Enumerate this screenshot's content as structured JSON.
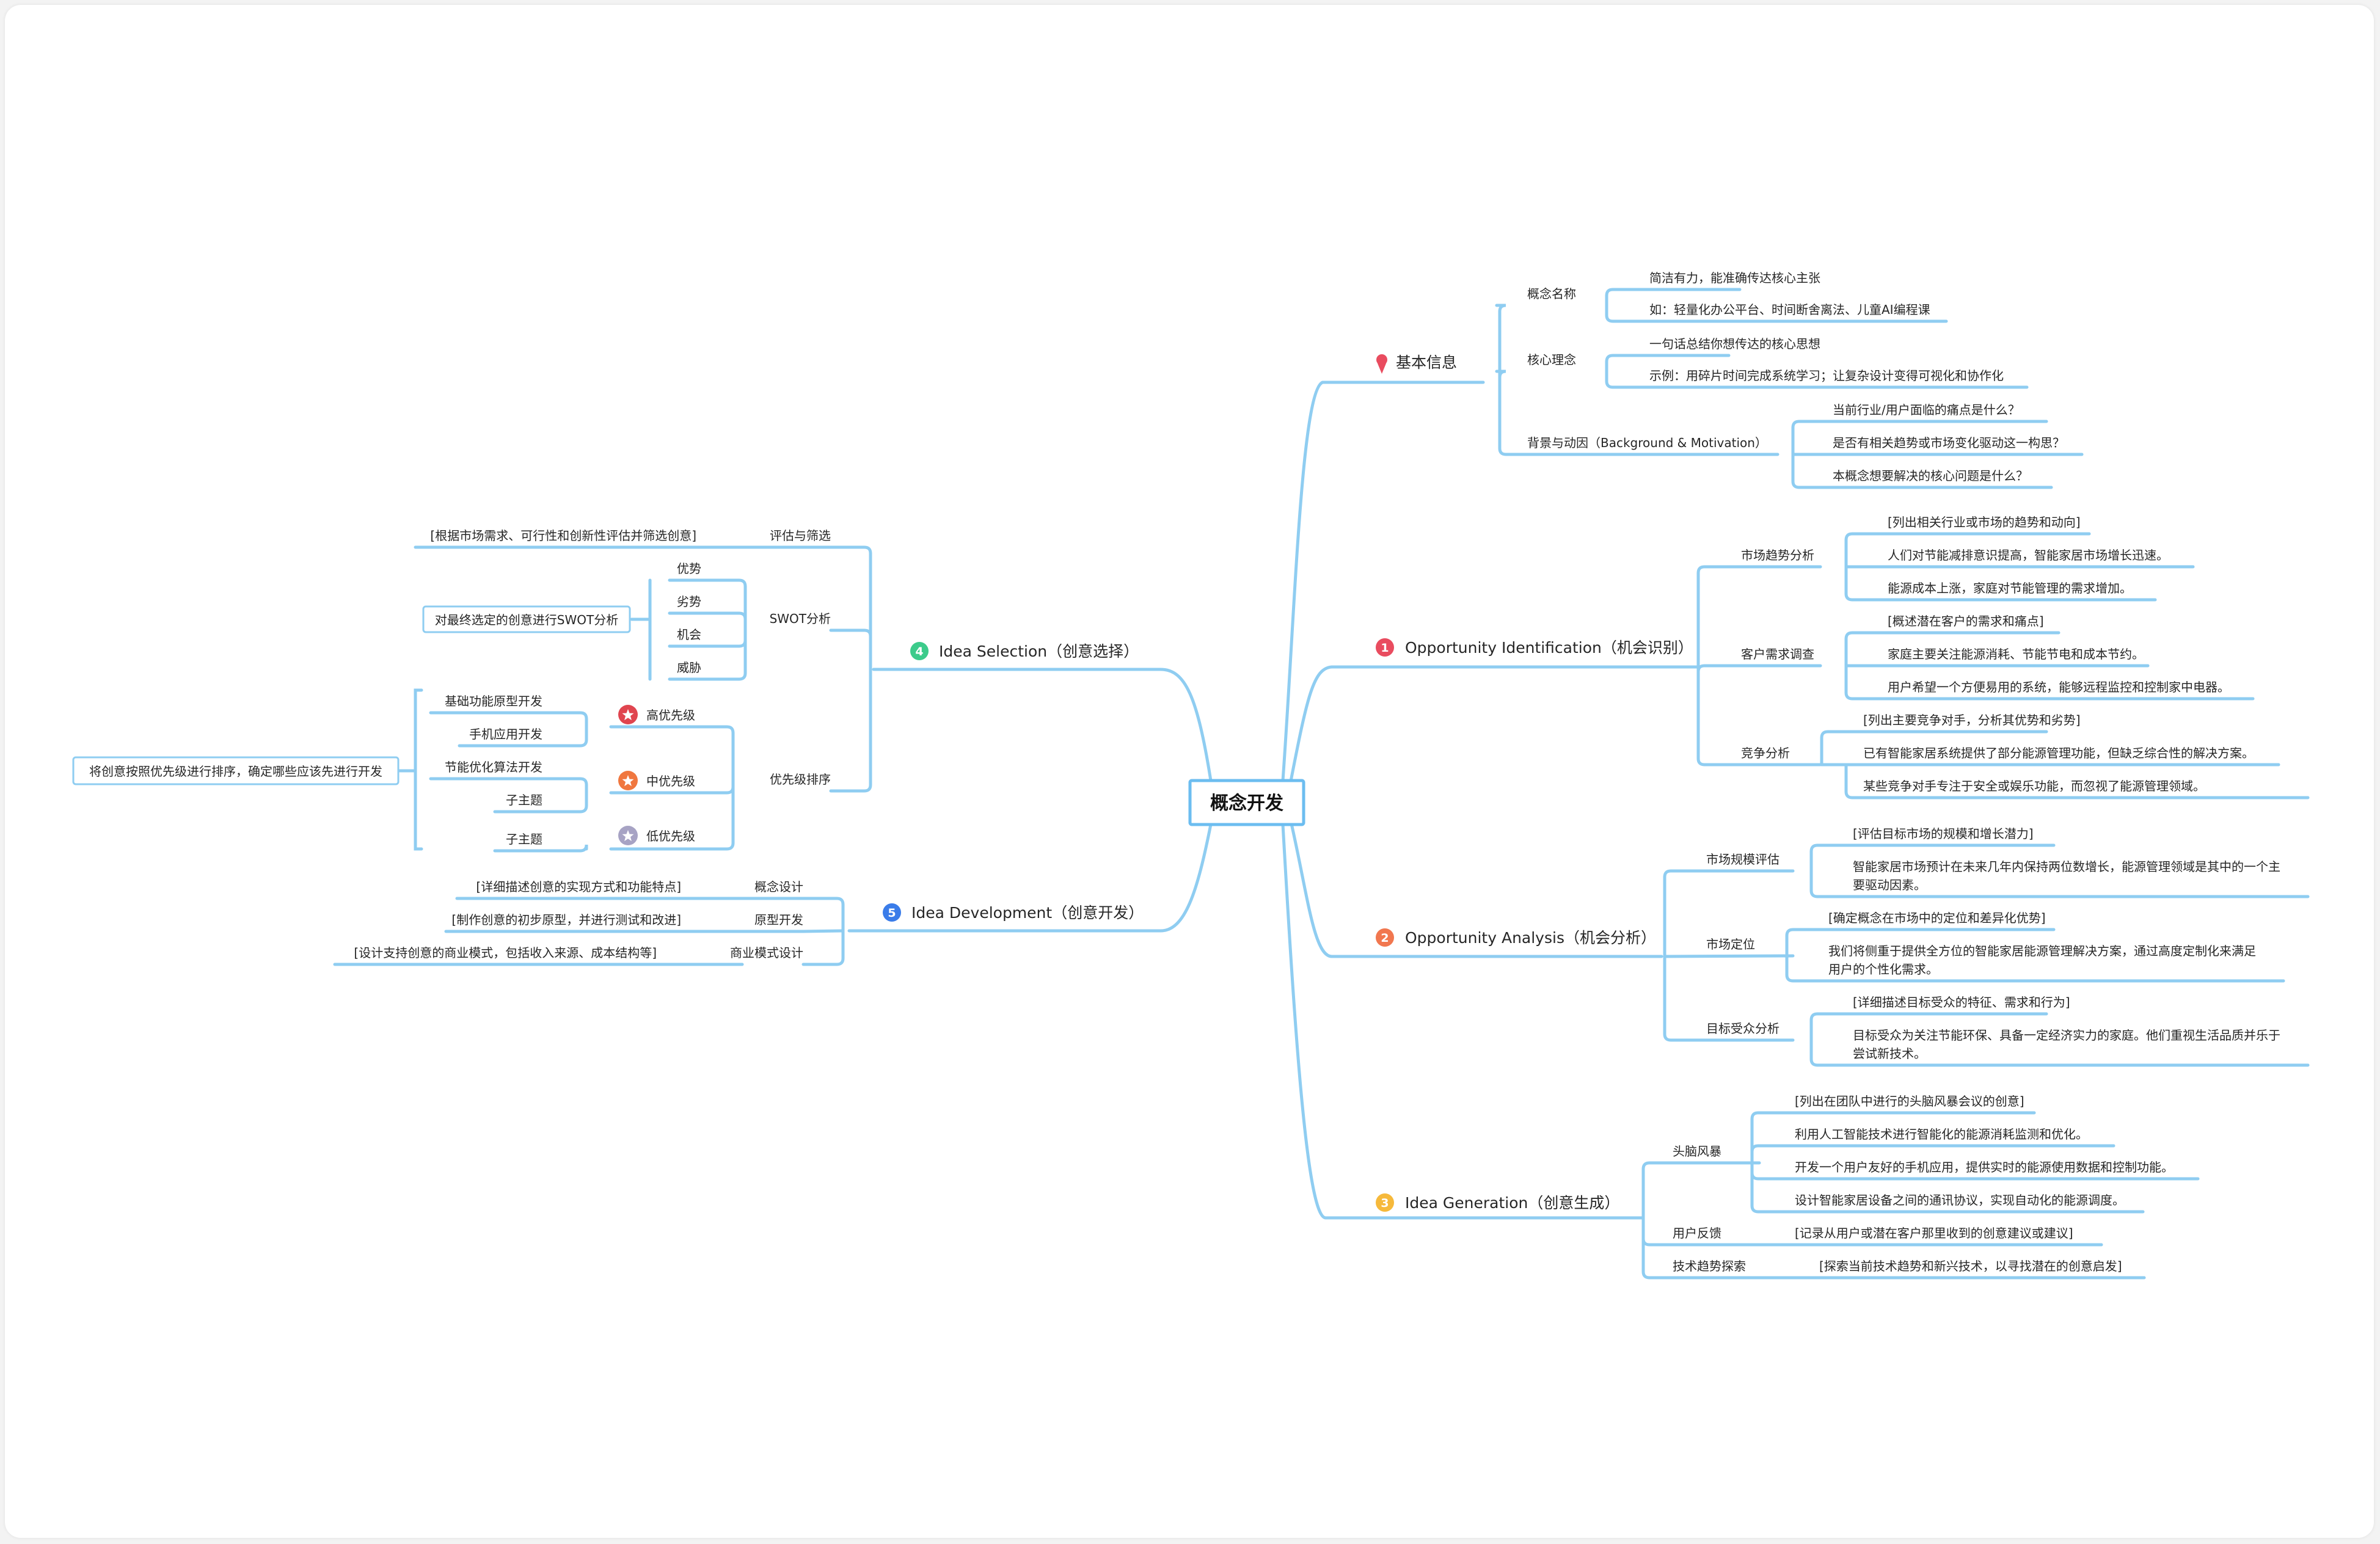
{
  "colors": {
    "line": "#8fcdf1",
    "root_border": "#6cbdf0",
    "badge_red": "#e94c5f",
    "badge_orange": "#f1774f",
    "badge_yellow": "#f6b93b",
    "badge_green": "#3ccb8b",
    "badge_blue": "#3a7ce9",
    "star_red": "#e0454f",
    "star_orange": "#f0773f",
    "star_gray": "#a7a3c4"
  },
  "root": {
    "label": "概念开发"
  },
  "basic": {
    "icon": "pin-icon",
    "label": "基本信息",
    "name_title": "概念名称",
    "name_items": [
      "简洁有力，能准确传达核心主张",
      "如：轻量化办公平台、时间断舍离法、儿童AI编程课"
    ],
    "idea_title": "核心理念",
    "idea_items": [
      "一句话总结你想传达的核心思想",
      "示例：用碎片时间完成系统学习；让复杂设计变得可视化和协作化"
    ],
    "bg_title": "背景与动因（Background & Motivation）",
    "bg_items": [
      "当前行业/用户面临的痛点是什么？",
      "是否有相关趋势或市场变化驱动这一构思？",
      "本概念想要解决的核心问题是什么？"
    ]
  },
  "opp_id": {
    "badge": "1",
    "label": "Opportunity Identification（机会识别）",
    "trend_title": "市场趋势分析",
    "trend_items": [
      "[列出相关行业或市场的趋势和动向]",
      "人们对节能减排意识提高，智能家居市场增长迅速。",
      "能源成本上涨，家庭对节能管理的需求增加。"
    ],
    "needs_title": "客户需求调查",
    "needs_items": [
      "[概述潜在客户的需求和痛点]",
      "家庭主要关注能源消耗、节能节电和成本节约。",
      "用户希望一个方便易用的系统，能够远程监控和控制家中电器。"
    ],
    "comp_title": "竞争分析",
    "comp_items": [
      "[列出主要竞争对手，分析其优势和劣势]",
      "已有智能家居系统提供了部分能源管理功能，但缺乏综合性的解决方案。",
      "某些竞争对手专注于安全或娱乐功能，而忽视了能源管理领域。"
    ]
  },
  "opp_an": {
    "badge": "2",
    "label": "Opportunity Analysis（机会分析）",
    "size_title": "市场规模评估",
    "size_items": [
      "[评估目标市场的规模和增长潜力]",
      "智能家居市场预计在未来几年内保持两位数增长，能源管理领域是其中的一个主",
      "要驱动因素。"
    ],
    "pos_title": "市场定位",
    "pos_items": [
      "[确定概念在市场中的定位和差异化优势]",
      "我们将侧重于提供全方位的智能家居能源管理解决方案，通过高度定制化来满足",
      "用户的个性化需求。"
    ],
    "aud_title": "目标受众分析",
    "aud_items": [
      "[详细描述目标受众的特征、需求和行为]",
      "目标受众为关注节能环保、具备一定经济实力的家庭。他们重视生活品质并乐于",
      "尝试新技术。"
    ]
  },
  "idea_gen": {
    "badge": "3",
    "label": "Idea Generation（创意生成）",
    "brain_title": "头脑风暴",
    "brain_items": [
      "[列出在团队中进行的头脑风暴会议的创意]",
      "利用人工智能技术进行智能化的能源消耗监测和优化。",
      "开发一个用户友好的手机应用，提供实时的能源使用数据和控制功能。",
      "设计智能家居设备之间的通讯协议，实现自动化的能源调度。"
    ],
    "fb_title": "用户反馈",
    "fb_items": [
      "[记录从用户或潜在客户那里收到的创意建议或建议]"
    ],
    "tech_title": "技术趋势探索",
    "tech_items": [
      "[探索当前技术趋势和新兴技术，以寻找潜在的创意启发]"
    ]
  },
  "idea_sel": {
    "badge": "4",
    "label": "Idea Selection（创意选择）",
    "eval_title": "评估与筛选",
    "eval_note": "[根据市场需求、可行性和创新性评估并筛选创意]",
    "swot_title": "SWOT分析",
    "swot_items": [
      "优势",
      "劣势",
      "机会",
      "威胁"
    ],
    "swot_note": "对最终选定的创意进行SWOT分析",
    "prio_title": "优先级排序",
    "prio_high": "高优先级",
    "prio_high_items": [
      "基础功能原型开发",
      "手机应用开发"
    ],
    "prio_mid": "中优先级",
    "prio_mid_items": [
      "节能优化算法开发",
      "子主题"
    ],
    "prio_low": "低优先级",
    "prio_low_items": [
      "子主题"
    ],
    "prio_note": "将创意按照优先级进行排序，确定哪些应该先进行开发"
  },
  "idea_dev": {
    "badge": "5",
    "label": "Idea Development（创意开发）",
    "concept_title": "概念设计",
    "concept_note": "[详细描述创意的实现方式和功能特点]",
    "proto_title": "原型开发",
    "proto_note": "[制作创意的初步原型，并进行测试和改进]",
    "biz_title": "商业模式设计",
    "biz_note": "[设计支持创意的商业模式，包括收入来源、成本结构等]"
  }
}
